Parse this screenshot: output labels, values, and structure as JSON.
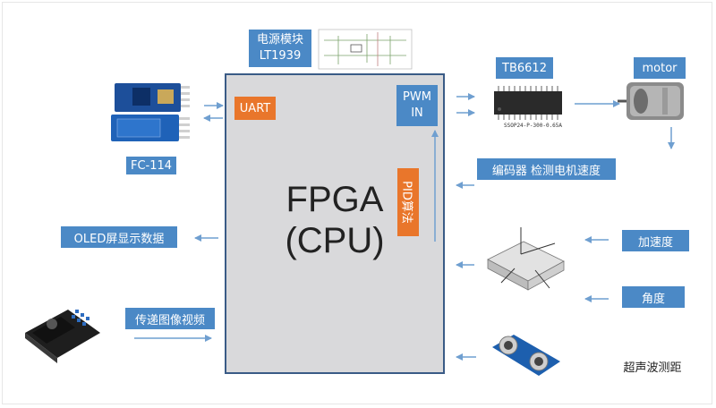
{
  "fpga": {
    "line1": "FPGA",
    "line2": "(CPU)"
  },
  "blocks": {
    "pwm_in": {
      "line1": "PWM",
      "line2": "IN"
    },
    "uart": "UART",
    "pid": "PID算法"
  },
  "labels": {
    "power_module": {
      "line1": "电源模块",
      "line2": "LT1939"
    },
    "driver": "TB6612",
    "motor": "motor",
    "bluetooth": "FC-114",
    "encoder": "编码器 检测电机速度",
    "oled": "OLED屏显示数据",
    "acceleration": "加速度",
    "angle": "角度",
    "video": "传递图像视频",
    "ultrasonic": "超声波测距",
    "ic_marking": "SSOP24-P-300-0.65A"
  },
  "icons": [
    "bluetooth-module-icon",
    "power-schematic-icon",
    "driver-ic-icon",
    "motor-icon",
    "imu-sensor-icon",
    "camera-module-icon",
    "ultrasonic-sensor-icon"
  ],
  "colors": {
    "accent_blue": "#4b89c6",
    "accent_orange": "#e9762b",
    "fpga_fill": "#d9d9db",
    "arrow": "#6f9fd0"
  }
}
